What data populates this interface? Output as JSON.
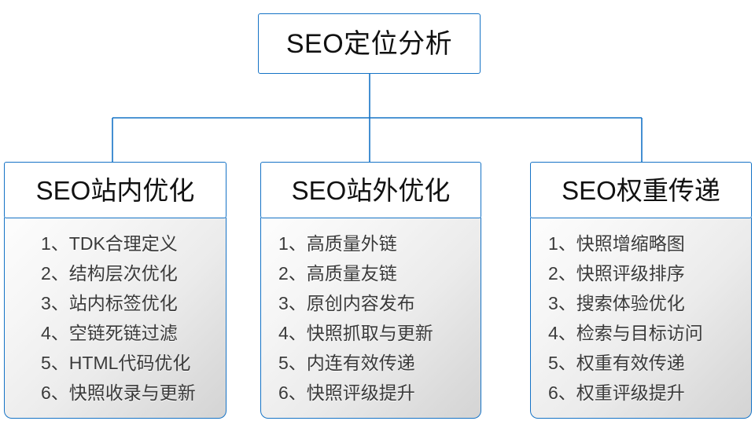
{
  "diagram": {
    "title": "SEO定位分析",
    "accent_color": "#1573c6",
    "text_color": "#111111",
    "item_text_color": "#3a3a3a",
    "root": {
      "label": "SEO定位分析"
    },
    "branches": [
      {
        "header": "SEO站内优化",
        "items": [
          "1、TDK合理定义",
          "2、结构层次优化",
          "3、站内标签优化",
          "4、空链死链过滤",
          "5、HTML代码优化",
          "6、快照收录与更新"
        ]
      },
      {
        "header": "SEO站外优化",
        "items": [
          "1、高质量外链",
          "2、高质量友链",
          "3、原创内容发布",
          "4、快照抓取与更新",
          "5、内连有效传递",
          "6、快照评级提升"
        ]
      },
      {
        "header": "SEO权重传递",
        "items": [
          "1、快照增缩略图",
          "2、快照评级排序",
          "3、搜索体验优化",
          "4、检索与目标访问",
          "5、权重有效传递",
          "6、权重评级提升"
        ]
      }
    ]
  }
}
